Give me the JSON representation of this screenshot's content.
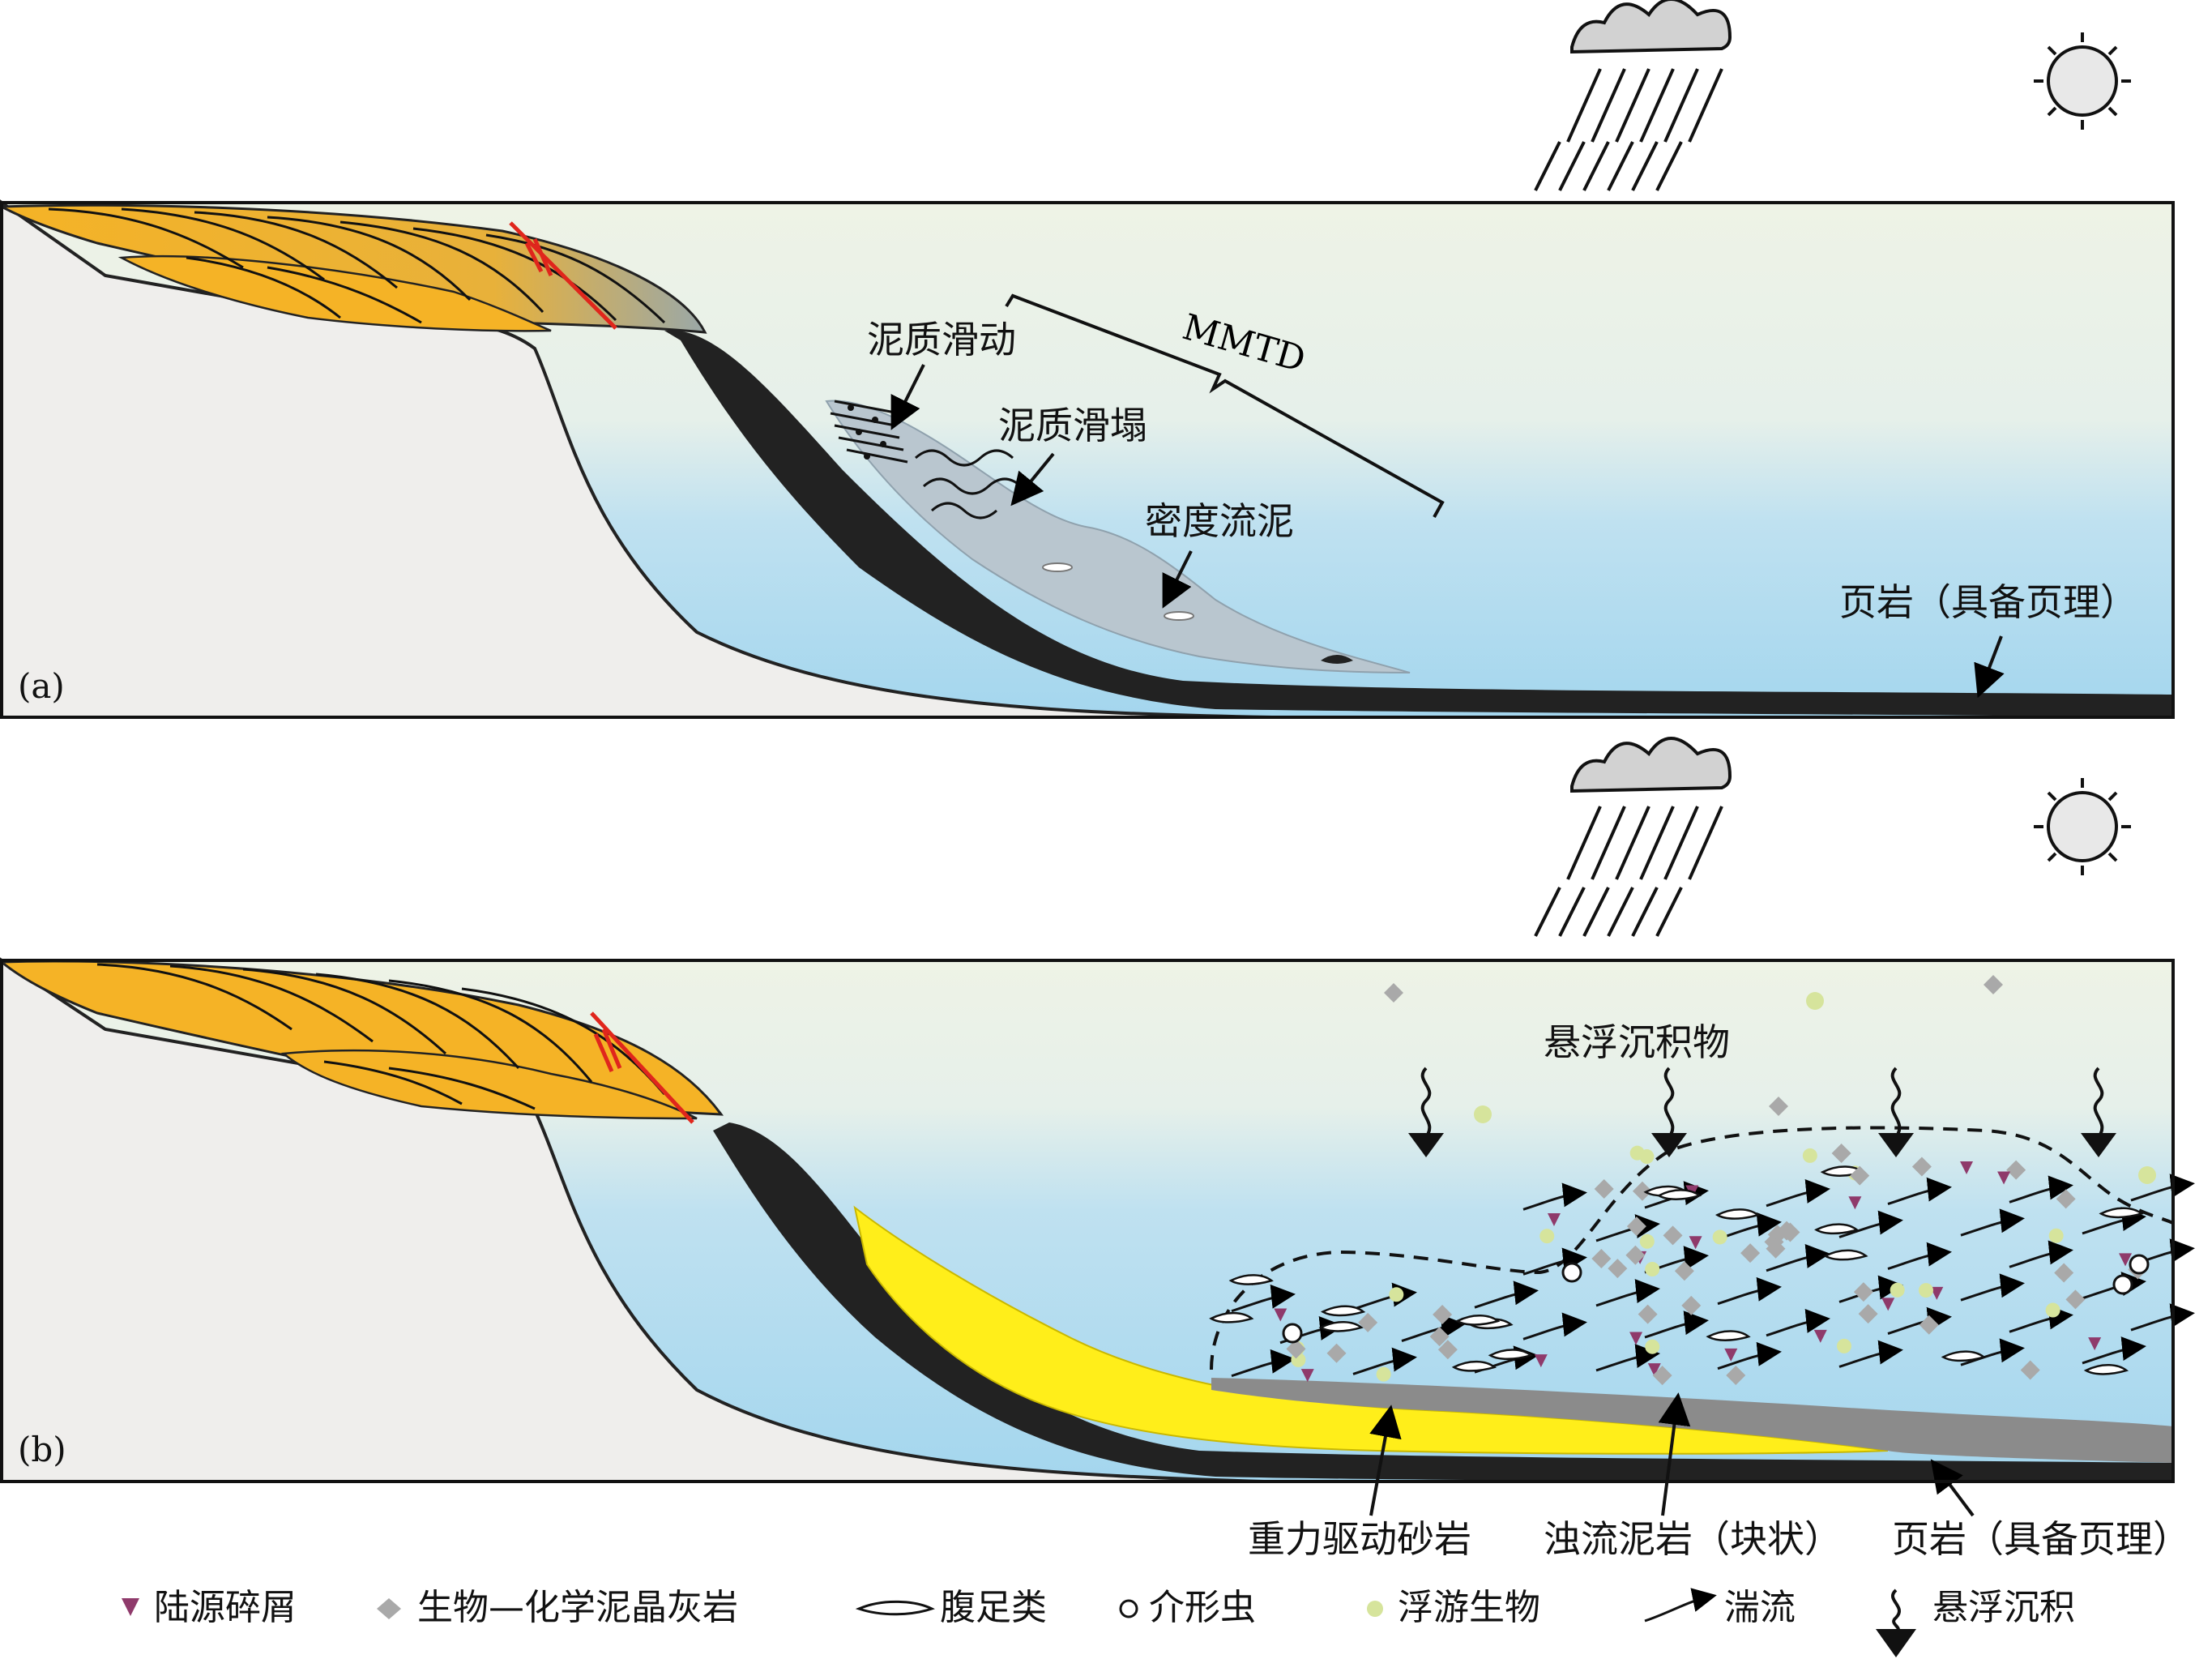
{
  "panel_a": {
    "tag": "(a)",
    "labels": {
      "mud_slide": "泥质滑动",
      "mud_slump": "泥质滑塌",
      "mmtd": "MMTD",
      "density_flow_mud": "密度流泥",
      "shale_laminated": "页岩（具备页理）"
    }
  },
  "panel_b": {
    "tag": "(b)",
    "labels": {
      "suspended_sediment": "悬浮沉积物",
      "gravity_sandstone": "重力驱动砂岩",
      "turbidite_mudstone": "浊流泥岩（块状）",
      "shale_laminated": "页岩（具备页理）"
    }
  },
  "legend": [
    {
      "icon": "triangle-icon",
      "label": "陆源碎屑"
    },
    {
      "icon": "diamond-icon",
      "label": "生物—化学泥晶灰岩"
    },
    {
      "icon": "gastropod-icon",
      "label": "腹足类"
    },
    {
      "icon": "ostracod-icon",
      "label": "介形虫"
    },
    {
      "icon": "plankton-icon",
      "label": "浮游生物"
    },
    {
      "icon": "turbulence-arrow-icon",
      "label": "湍流"
    },
    {
      "icon": "suspension-arrow-icon",
      "label": "悬浮沉积"
    }
  ],
  "colors": {
    "sea_top": "#eef3e6",
    "sea_bottom": "#a4d6ee",
    "land": "#efeeec",
    "delta": "#f5b326",
    "sand": "#ffee1a",
    "turbidite": "#8b8b8b",
    "mmtd_grey": "#b9c6cf",
    "shale": "#222222",
    "fault": "#e0261c",
    "detritus": "#8f3a6b",
    "carbonate": "#a9a9a9",
    "plankton": "#d6e49c"
  }
}
